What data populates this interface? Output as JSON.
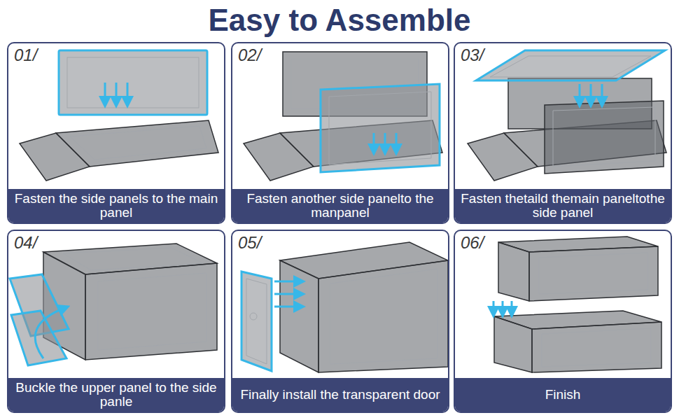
{
  "diagram": {
    "title": "Easy to Assemble",
    "nodes": [
      {
        "text": [
          "01/"
        ]
      },
      {
        "text": [
          "Fasten the side panels to the main panel"
        ],
        "in": 0
      },
      {
        "text": [
          "02/"
        ]
      },
      {
        "text": [
          "Fasten another side panelto the manpanel"
        ],
        "in": 2
      },
      {
        "text": [
          "03/"
        ]
      },
      {
        "text": [
          "Fasten thetaild themain paneltothe side panel"
        ],
        "in": 4
      },
      {
        "text": [
          "04/"
        ]
      },
      {
        "text": [
          "Buckle the upper panel to the side panle"
        ],
        "in": 6
      },
      {
        "text": [
          "05/"
        ]
      },
      {
        "text": [
          "Finally install the transparent door"
        ],
        "in": 8
      },
      {
        "text": [
          "06/"
        ]
      },
      {
        "text": [
          "Finish"
        ],
        "in": 10
      }
    ]
  }
}
